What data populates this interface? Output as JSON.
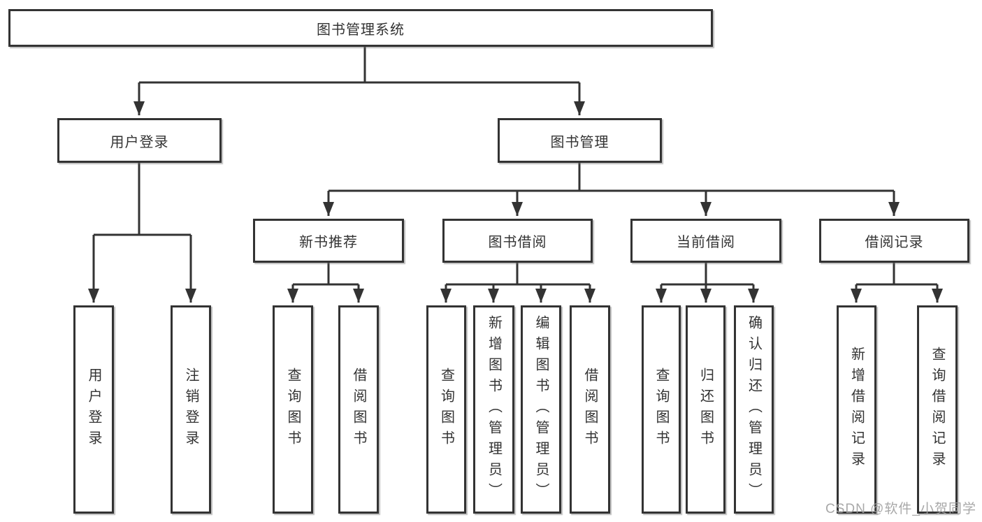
{
  "diagram": {
    "root_label": "图书管理系统",
    "branches": [
      {
        "label": "用户登录",
        "children": [
          "用户登录",
          "注销登录"
        ]
      },
      {
        "label": "图书管理",
        "groups": [
          {
            "label": "新书推荐",
            "children": [
              "查询图书",
              "借阅图书"
            ]
          },
          {
            "label": "图书借阅",
            "children": [
              "查询图书",
              "新增图书（管理员）",
              "编辑图书（管理员）",
              "借阅图书"
            ]
          },
          {
            "label": "当前借阅",
            "children": [
              "查询图书",
              "归还图书",
              "确认归还（管理员）"
            ]
          },
          {
            "label": "借阅记录",
            "children": [
              "新增借阅记录",
              "查询借阅记录"
            ]
          }
        ]
      }
    ],
    "line_color": "#333333"
  },
  "watermark": "CSDN @软件_小贺同学"
}
